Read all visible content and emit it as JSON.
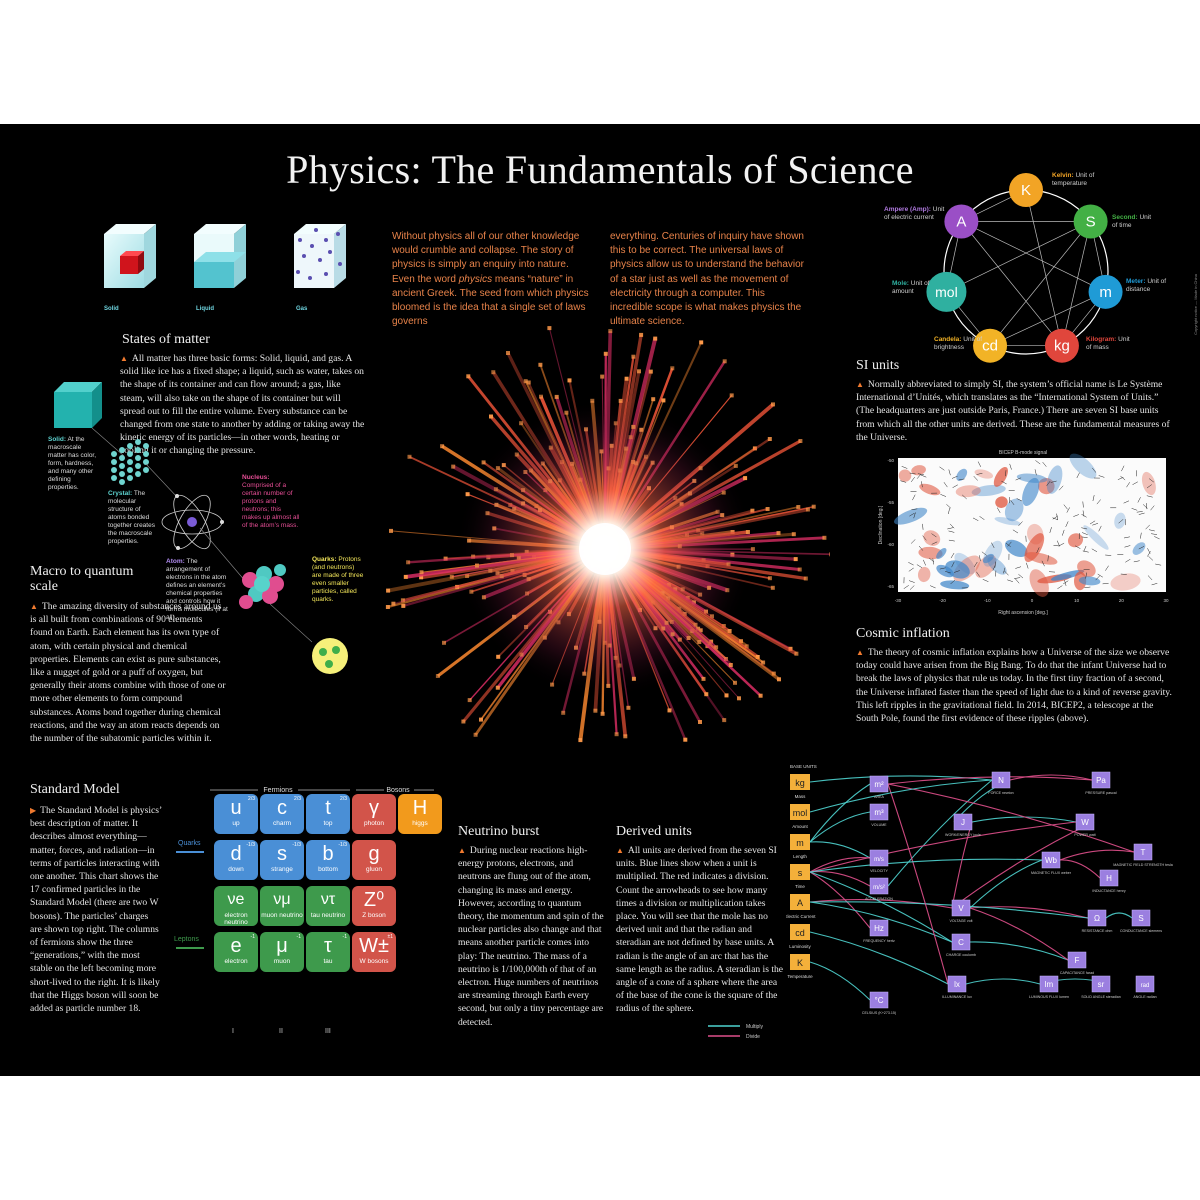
{
  "title": "Physics: The Fundamentals of Science",
  "intro": {
    "col1_a": "Without physics all of our other knowledge would crumble and collapse. The story of physics is simply an enquiry into nature. Even the word ",
    "col1_italic": "physics",
    "col1_b": " means “nature” in ancient Greek. The seed from which physics bloomed is the idea that a single set of laws governs",
    "col2": "everything. Centuries of inquiry have shown this to be correct. The universal laws of physics allow us to understand the behavior of a star just as well as the movement of electricity through a computer. This incredible scope is what makes physics the ultimate science."
  },
  "states": {
    "cube_labels": [
      "Solid",
      "Liquid",
      "Gas"
    ],
    "heading": "States of matter",
    "text": "All matter has three basic forms: Solid, liquid, and gas. A solid like ice has a fixed shape; a liquid, such as water, takes on the shape of its container and can flow around; a gas, like steam, will also take on the shape of its container but will spread out to fill the entire volume. Every substance can be changed from one state to another by adding or taking away the kinetic energy of its particles—in other words, heating or cooling it or changing the pressure."
  },
  "macro": {
    "heading": "Macro to quantum scale",
    "text": "The amazing diversity of substances around us is all built from combinations of 90 elements found on Earth. Each element has its own type of atom, with certain physical and chemical properties. Elements can exist as pure substances, like a nugget of gold or a puff of oxygen, but generally their atoms combine with those of one or more other elements to form compound substances. Atoms bond together during chemical reactions, and the way an atom reacts depends on the number of the subatomic particles within it.",
    "labels": {
      "solid_title": "Solid:",
      "solid_text": " At the macroscale matter has color, form, hardness, and many other defining properties.",
      "crystal_title": "Crystal:",
      "crystal_text": " The molecular structure of atoms bonded together creates the macroscale properties.",
      "atom_title": "Atom:",
      "atom_text": " The arrangement of electrons in the atom defines an element’s chemical properties and controls how it forms molecules (if at all).",
      "nucleus_title": "Nucleus:",
      "nucleus_text": " Comprised of a certain number of protons and neutrons; this makes up almost all of the atom’s mass.",
      "quarks_title": "Quarks:",
      "quarks_text": " Protons (and neutrons) are made of three even smaller particles, called quarks."
    }
  },
  "standard_model": {
    "heading": "Standard Model",
    "text": "The Standard Model is physics’ best description of matter. It describes almost everything—matter, forces, and radiation—in terms of particles interacting with one another. This chart shows the 17 confirmed particles in the Standard Model (there are two W bosons). The particles’ charges are shown top right. The columns of fermions show the three “generations,” with the most stable on the left becoming more short-lived to the right. It is likely that the Higgs boson will soon be added as particle number 18.",
    "fermions_label": "Fermions",
    "bosons_label": "Bosons",
    "quarks_label": "Quarks",
    "leptons_label": "Leptons",
    "generations": [
      "I",
      "II",
      "III"
    ],
    "particles": [
      {
        "sym": "u",
        "name": "up",
        "chg": "2/3"
      },
      {
        "sym": "c",
        "name": "charm",
        "chg": "2/3"
      },
      {
        "sym": "t",
        "name": "top",
        "chg": "2/3"
      },
      {
        "sym": "γ",
        "name": "photon",
        "chg": ""
      },
      {
        "sym": "H",
        "name": "higgs",
        "chg": ""
      },
      {
        "sym": "d",
        "name": "down",
        "chg": "-1/3"
      },
      {
        "sym": "s",
        "name": "strange",
        "chg": "-1/3"
      },
      {
        "sym": "b",
        "name": "bottom",
        "chg": "-1/3"
      },
      {
        "sym": "g",
        "name": "gluon",
        "chg": ""
      },
      {
        "sym": "νe",
        "name": "electron neutrino",
        "chg": ""
      },
      {
        "sym": "νμ",
        "name": "muon neutrino",
        "chg": ""
      },
      {
        "sym": "ντ",
        "name": "tau neutrino",
        "chg": ""
      },
      {
        "sym": "Z⁰",
        "name": "Z boson",
        "chg": ""
      },
      {
        "sym": "e",
        "name": "electron",
        "chg": "-1"
      },
      {
        "sym": "μ",
        "name": "muon",
        "chg": "-1"
      },
      {
        "sym": "τ",
        "name": "tau",
        "chg": "-1"
      },
      {
        "sym": "W±",
        "name": "W bosons",
        "chg": "±1"
      }
    ],
    "colors": {
      "quark": "#4a8fd6",
      "lepton": "#3e9a4c",
      "gauge": "#d2544a",
      "higgs": "#f29a1c"
    }
  },
  "neutrino": {
    "heading": "Neutrino burst",
    "text": "During nuclear reactions high-energy protons, electrons, and neutrons are flung out of the atom, changing its mass and energy. However, according to quantum theory, the momentum and spin of the nuclear particles also change and that means another particle comes into play: The neutrino. The mass of a neutrino is 1/100,000th of that of an electron. Huge numbers of neutrinos are streaming through Earth every second, but only a tiny percentage are detected."
  },
  "derived": {
    "heading": "Derived units",
    "text": "All units are derived from the seven SI units. Blue lines show when a unit is multiplied. The red indicates a division. Count the arrowheads to see how many times a division or multiplication takes place. You will see that the mole has no derived unit and that the radian and steradian are not defined by base units. A radian is the angle of an arc that has the same length as the radius. A steradian is the angle of a cone of a sphere where the area of the base of the cone is the square of the radius of the sphere.",
    "legend_multiply": "Multiply",
    "legend_divide": "Divide",
    "base_title": "BASE UNITS",
    "base": [
      {
        "sym": "kg",
        "name": "Mass"
      },
      {
        "sym": "mol",
        "name": "Amount"
      },
      {
        "sym": "m",
        "name": "Length"
      },
      {
        "sym": "s",
        "name": "Time"
      },
      {
        "sym": "A",
        "name": "Electric Current"
      },
      {
        "sym": "cd",
        "name": "Luminosity"
      },
      {
        "sym": "K",
        "name": "Temperature"
      }
    ],
    "derived_units": [
      {
        "sym": "m²",
        "name": "AREA"
      },
      {
        "sym": "m³",
        "name": "VOLUME"
      },
      {
        "sym": "m/s",
        "name": "VELOCITY"
      },
      {
        "sym": "m/s²",
        "name": "ACCELERATION"
      },
      {
        "sym": "Hz",
        "name": "FREQUENCY hertz"
      },
      {
        "sym": "N",
        "name": "FORCE newton"
      },
      {
        "sym": "J",
        "name": "WORK/ENERGY joule"
      },
      {
        "sym": "Pa",
        "name": "PRESSURE pascal"
      },
      {
        "sym": "W",
        "name": "POWER watt"
      },
      {
        "sym": "T",
        "name": "MAGNETIC FIELD STRENGTH tesla"
      },
      {
        "sym": "Wb",
        "name": "MAGNETIC FLUX weber"
      },
      {
        "sym": "H",
        "name": "INDUCTANCE henry"
      },
      {
        "sym": "V",
        "name": "VOLTAGE volt"
      },
      {
        "sym": "Ω",
        "name": "RESISTANCE ohm"
      },
      {
        "sym": "S",
        "name": "CONDUCTANCE siemens"
      },
      {
        "sym": "C",
        "name": "CHARGE coulomb"
      },
      {
        "sym": "F",
        "name": "CAPACITANCE farad"
      },
      {
        "sym": "lx",
        "name": "ILLUMINANCE lux"
      },
      {
        "sym": "lm",
        "name": "LUMINOUS FLUX lumen"
      },
      {
        "sym": "sr",
        "name": "SOLID ANGLE steradian"
      },
      {
        "sym": "rad",
        "name": "ANGLE radian"
      },
      {
        "sym": "°C",
        "name": "CELSIUS (K+273.15)"
      }
    ]
  },
  "si": {
    "heading": "SI units",
    "text": "Normally abbreviated to simply SI, the system’s official name is Le Système International d’Unités, which translates as the “International System of Units.” (The headquarters are just outside Paris, France.) There are seven SI base units from which all the other units are derived. These are the fundamental measures of the Universe.",
    "units": [
      {
        "sym": "K",
        "label": "Kelvin:",
        "desc": " Unit of temperature",
        "color": "#f2a425"
      },
      {
        "sym": "S",
        "label": "Second:",
        "desc": " Unit of time",
        "color": "#43b045"
      },
      {
        "sym": "m",
        "label": "Meter:",
        "desc": " Unit of distance",
        "color": "#1f9bd6"
      },
      {
        "sym": "kg",
        "label": "Kilogram:",
        "desc": " Unit of mass",
        "color": "#e0463c"
      },
      {
        "sym": "cd",
        "label": "Candela:",
        "desc": " Unit of brightness",
        "color": "#f2b326"
      },
      {
        "sym": "mol",
        "label": "Mole:",
        "desc": " Unit of amount",
        "color": "#2fb0a0"
      },
      {
        "sym": "A",
        "label": "Ampere (Amp):",
        "desc": " Unit of electric current",
        "color": "#9a4fc6"
      }
    ]
  },
  "bicep": {
    "title": "BICEP B-mode signal",
    "xlabel": "Right ascension [deg.]",
    "ylabel": "Declination [deg.]",
    "xticks": [
      "-30",
      "-20",
      "-10",
      "0",
      "10",
      "20",
      "30"
    ],
    "yticks": [
      "-50",
      "-55",
      "-60",
      "-65"
    ]
  },
  "inflation": {
    "heading": "Cosmic inflation",
    "text": "The theory of cosmic inflation explains how a Universe of the size we observe today could have arisen from the Big Bang. To do that the infant Universe had to break the laws of physics that rule us today. In the first tiny fraction of a second, the Universe inflated faster than the speed of light due to a kind of reverse gravity. This left ripples in the gravitational field. In 2014, BICEP2, a telescope at the South Pole, found the first evidence of these ripples (above)."
  },
  "side_text": "Copyright notice — Made in China"
}
